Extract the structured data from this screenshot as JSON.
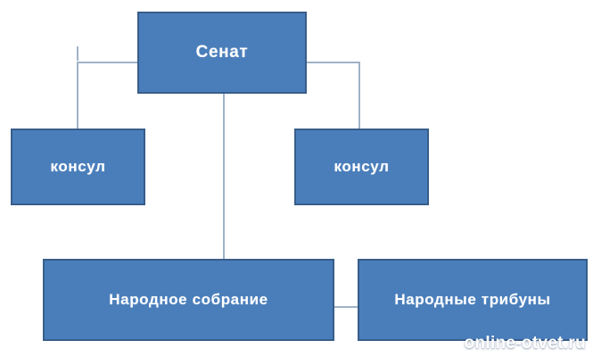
{
  "diagram": {
    "type": "org-chart",
    "title_text": "",
    "colors": {
      "node_fill": "#4a7ebb",
      "node_border": "#385d8a",
      "node_text": "#ffffff",
      "connector": "#9fb3c8",
      "background": "#ffffff"
    },
    "nodes": [
      {
        "id": "senate",
        "label": "Сенат"
      },
      {
        "id": "consul_left",
        "label": "консул"
      },
      {
        "id": "consul_right",
        "label": "консул"
      },
      {
        "id": "assembly",
        "label": "Народное собрание"
      },
      {
        "id": "tribunes",
        "label": "Народные трибуны"
      }
    ],
    "connectors": [
      {
        "id": "senate-to-consul-left",
        "from": "senate",
        "to": "consul_left"
      },
      {
        "id": "senate-to-consul-right",
        "from": "senate",
        "to": "consul_right"
      },
      {
        "id": "senate-to-assembly",
        "from": "senate",
        "to": "assembly"
      },
      {
        "id": "assembly-to-tribunes",
        "from": "assembly",
        "to": "tribunes"
      }
    ]
  },
  "watermark": {
    "text": "online-otvet.ru"
  }
}
